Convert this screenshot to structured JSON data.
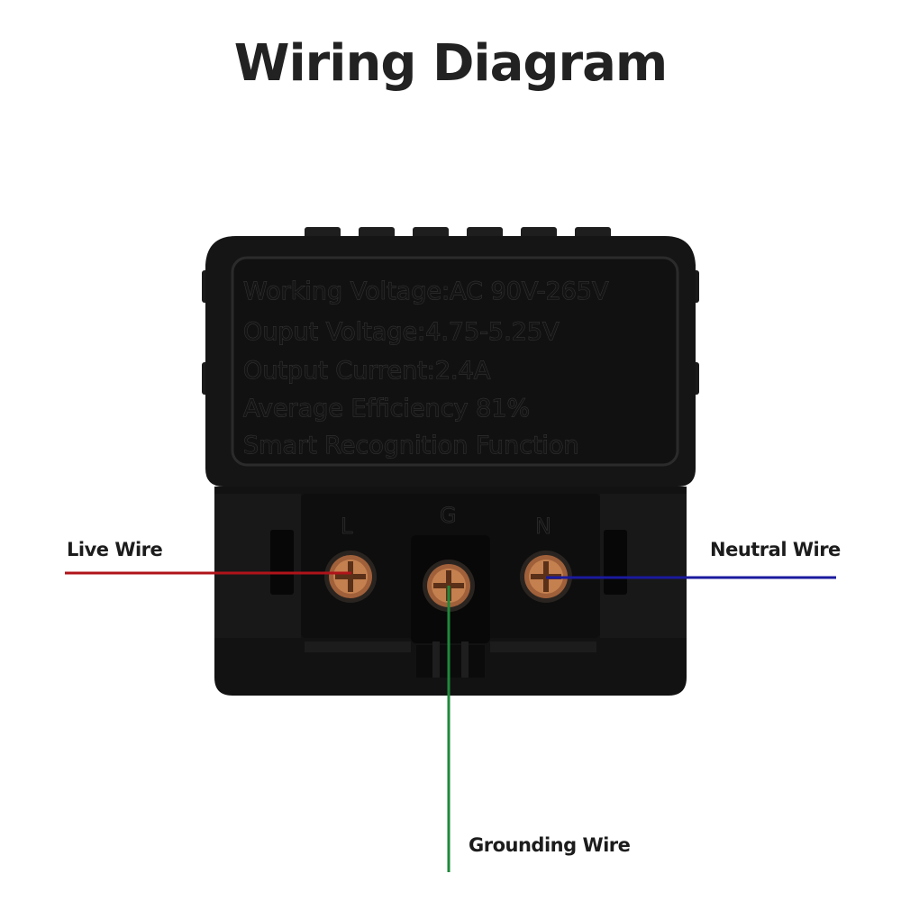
{
  "title": "Wiring Diagram",
  "device": {
    "specs": [
      "Working Voltage:AC 90V-265V",
      "Ouput Voltage:4.75-5.25V",
      "Output Current:2.4A",
      "Average Efficiency 81%",
      "Smart Recognition Function"
    ],
    "terminals": [
      "L",
      "G",
      "N"
    ]
  },
  "wires": {
    "live": {
      "label": "Live Wire",
      "color": "#b0131a"
    },
    "neutral": {
      "label": "Neutral Wire",
      "color": "#1a1a9e"
    },
    "ground": {
      "label": "Grounding Wire",
      "color": "#1e8a3a"
    }
  },
  "colors": {
    "title": "#222222",
    "device_body": "#151515",
    "screw": "#a0603a"
  }
}
